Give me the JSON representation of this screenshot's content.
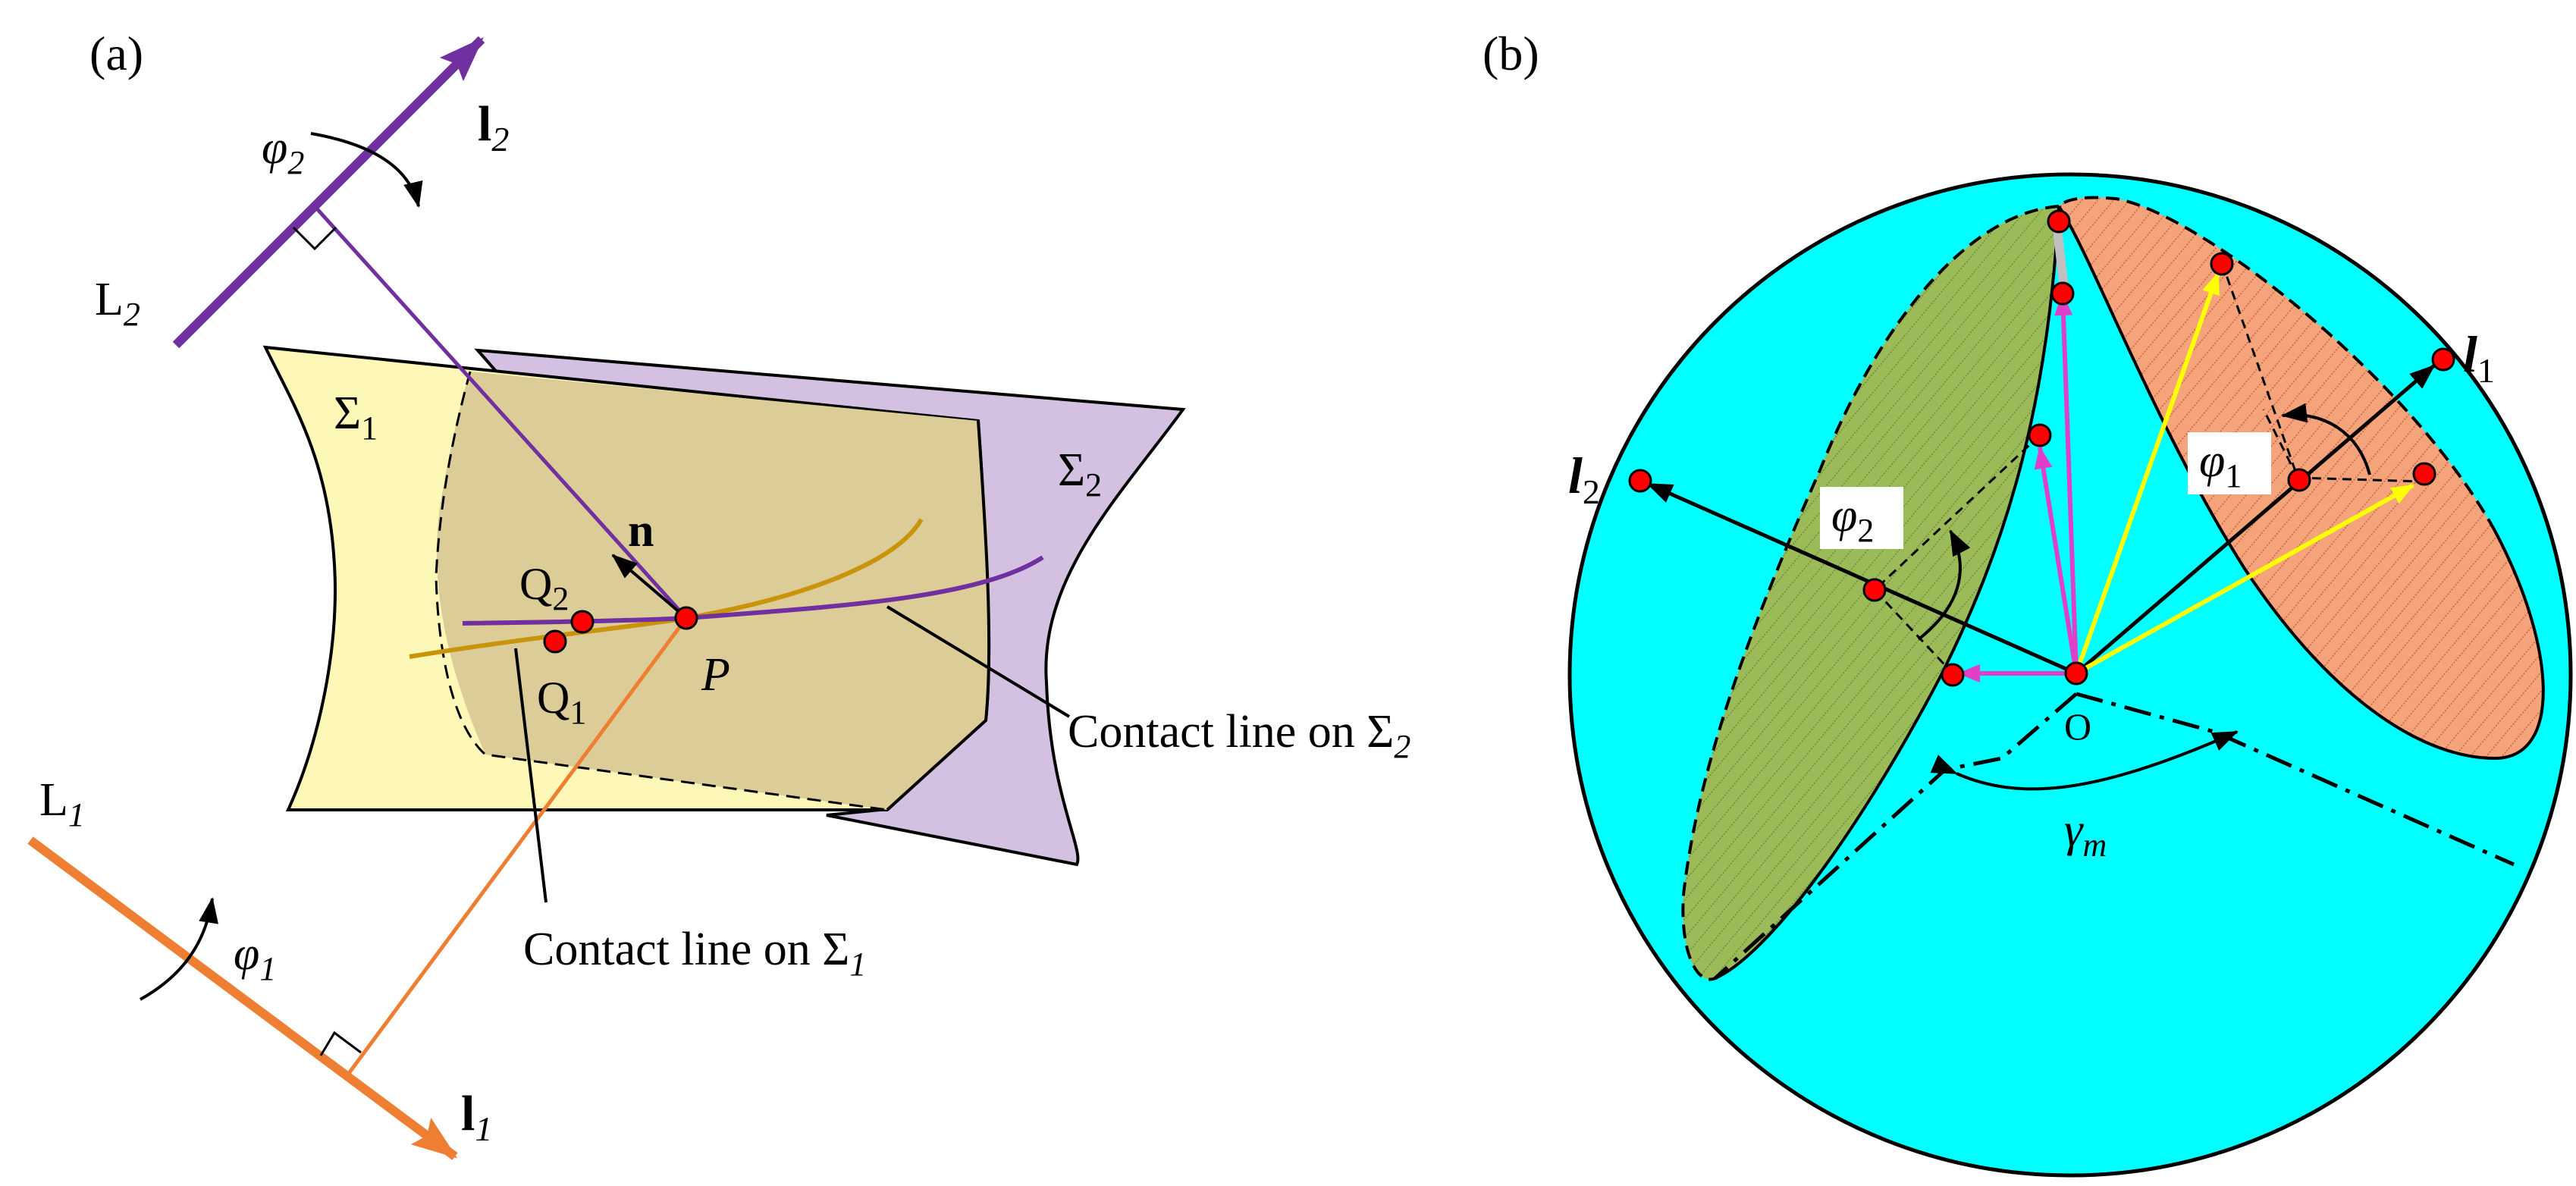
{
  "panel_a": {
    "label": "(a)",
    "axis_l2": {
      "letter": "l",
      "sub": "2"
    },
    "axis_l1": {
      "letter": "l",
      "sub": "1"
    },
    "line_L2": {
      "letter": "L",
      "sub": "2"
    },
    "line_L1": {
      "letter": "L",
      "sub": "1"
    },
    "angle_phi2": {
      "letter": "φ",
      "sub": "2"
    },
    "angle_phi1": {
      "letter": "φ",
      "sub": "1"
    },
    "surface_1": {
      "letter": "Σ",
      "sub": "1"
    },
    "surface_2": {
      "letter": "Σ",
      "sub": "2"
    },
    "normal": "n",
    "point_P": "P",
    "point_Q2": {
      "letter": "Q",
      "sub": "2"
    },
    "point_Q1": {
      "letter": "Q",
      "sub": "1"
    },
    "contact_line_2": {
      "text": "Contact line on Σ",
      "sub": "2"
    },
    "contact_line_1": {
      "text": "Contact line on Σ",
      "sub": "1"
    }
  },
  "panel_b": {
    "label": "(b)",
    "axis_l1": {
      "letter": "l",
      "sub": "1"
    },
    "axis_l2": {
      "letter": "l",
      "sub": "2"
    },
    "angle_phi1": {
      "letter": "φ",
      "sub": "1"
    },
    "angle_phi2": {
      "letter": "φ",
      "sub": "2"
    },
    "origin": "O",
    "angle_gamma": {
      "letter": "γ",
      "sub": "m"
    }
  },
  "colors": {
    "sphere": "#00ffff",
    "green_region": "#9bbb59",
    "orange_region": "#f4a37a",
    "surface_1": "#fdf8b8",
    "surface_2": "#d4c0e0",
    "overlap": "#dccc98",
    "purple": "#7030a0",
    "orange": "#ee7e32",
    "gold": "#c9940a",
    "magenta": "#e040c8",
    "yellow": "#ffff00",
    "point": "#ff0000"
  }
}
